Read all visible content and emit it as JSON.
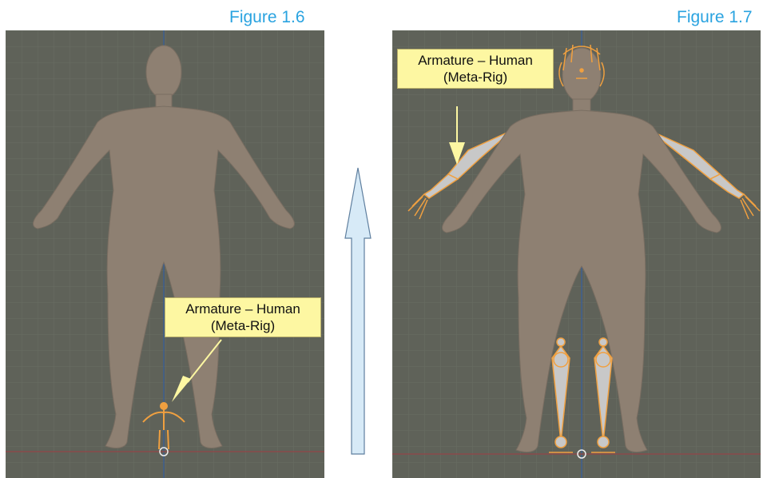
{
  "figures": [
    {
      "title": "Figure 1.6",
      "callout_line1": "Armature – Human",
      "callout_line2": "(Meta-Rig)"
    },
    {
      "title": "Figure 1.7",
      "callout_line1": "Armature – Human",
      "callout_line2": "(Meta-Rig)"
    }
  ],
  "colors": {
    "title": "#2aa3e0",
    "viewport_bg": "#5f6259",
    "grid": "#6a6d64",
    "body_mesh": "#8e8072",
    "bone_selected": "#f0a040",
    "bone_fill": "#c8c8c8",
    "callout_bg": "#fdf7a2",
    "arrow_fill": "#d7eaf7"
  }
}
